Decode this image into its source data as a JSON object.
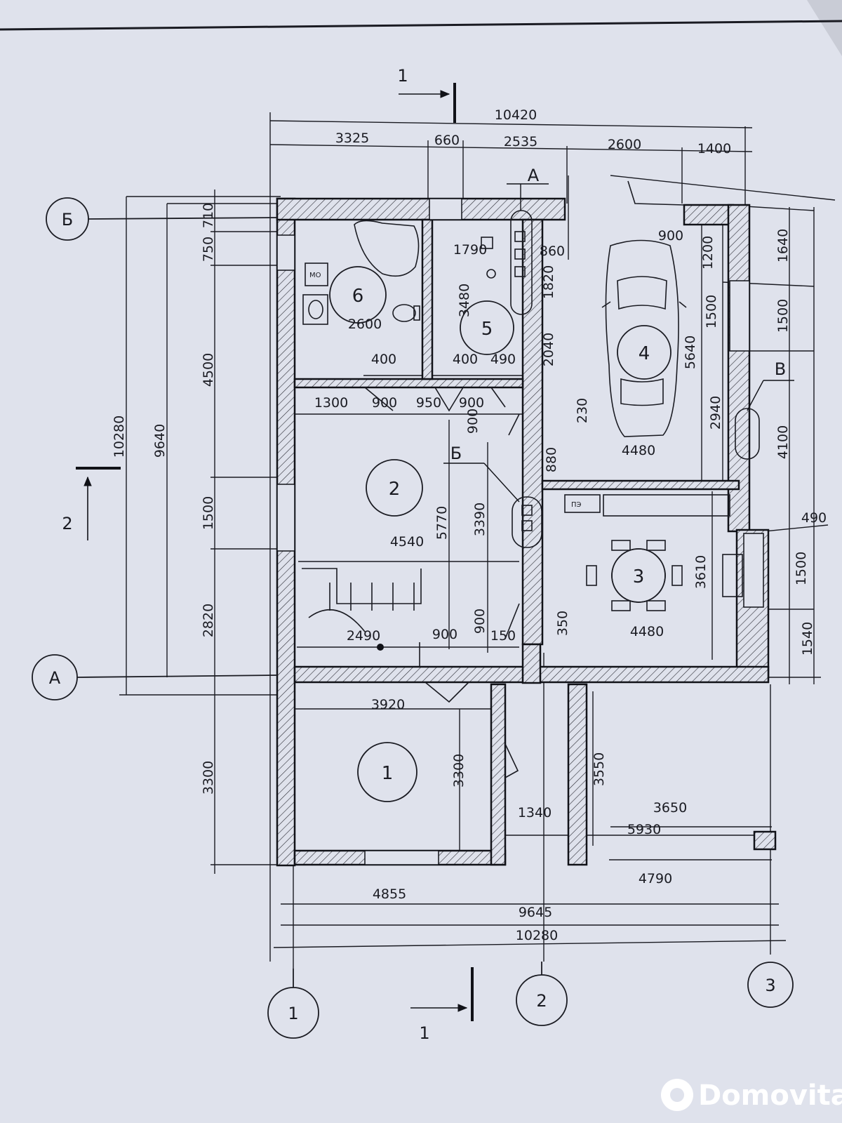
{
  "watermark": "Domovita",
  "dimensions": {
    "top_total": "10420",
    "top_1": "3325",
    "top_2": "660",
    "top_3": "2535",
    "top_4": "2600",
    "top_5": "1400",
    "left_total": "10280",
    "left_2": "9640",
    "left_s1": "750",
    "left_s2": "710",
    "left_s3": "4500",
    "left_s4": "1500",
    "left_s5": "2820",
    "left_s6": "3300",
    "right_1": "1640",
    "right_2": "1500",
    "right_3": "4100",
    "right_4": "1500",
    "right_5": "1540",
    "right_490": "490",
    "bottom_1": "4855",
    "bottom_2": "4790",
    "bottom_3": "9645",
    "bottom_4": "10280",
    "r1_w": "3920",
    "r1_h": "3300",
    "porch_h": "3550",
    "porch_a": "1340",
    "porch_b": "3650",
    "porch_c": "5930",
    "r2_w": "4540",
    "r2_h": "5770",
    "r2_h2": "3390",
    "r2_d1": "1300",
    "r2_d2": "900",
    "r2_d3": "950",
    "r2_d4": "900",
    "r2_d5": "900",
    "r2_v900": "900",
    "r2_w2490": "2490",
    "r2_w900": "900",
    "r2_150": "150",
    "r3_w": "4480",
    "r3_h": "3610",
    "r3_350": "350",
    "r4_w": "4480",
    "r4_h": "5640",
    "r4_h2": "2940",
    "r4_900": "900",
    "r4_1200": "1200",
    "r4_1500": "1500",
    "r4_2040": "2040",
    "r4_230": "230",
    "r4_880": "880",
    "r5_1790": "1790",
    "r5_860": "860",
    "r5_1820": "1820",
    "r5_3480": "3480",
    "r5_400": "400",
    "r5_490": "490",
    "r6_w": "2600",
    "r6_400": "400"
  },
  "rooms": {
    "r1": "1",
    "r2": "2",
    "r3": "3",
    "r4": "4",
    "r5": "5",
    "r6": "6"
  },
  "axes": {
    "a1": "1",
    "a2": "2",
    "a3": "3",
    "aA": "А",
    "aB": "Б"
  },
  "sections": {
    "s1_top": "1",
    "s1_bottom": "1",
    "s2": "2",
    "mA": "А",
    "mB": "Б",
    "mV": "В"
  },
  "notes": {
    "mo": "МО",
    "pe": "ПЭ"
  }
}
